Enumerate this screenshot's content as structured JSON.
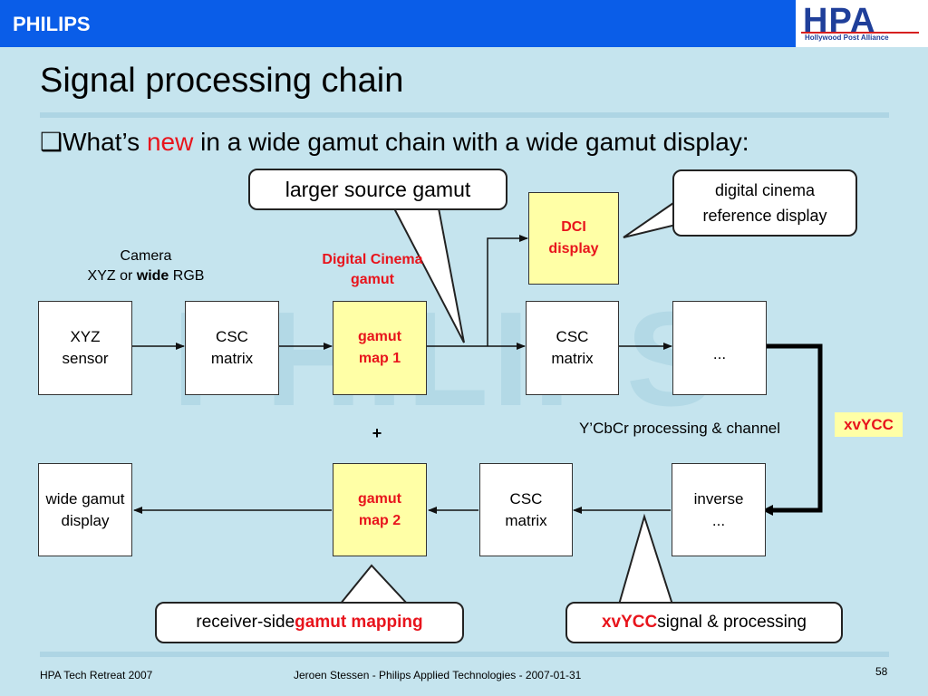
{
  "header": {
    "brand": "PHILIPS",
    "logo_text": "HPA",
    "logo_subtitle": "Hollywood Post Alliance"
  },
  "slide": {
    "title": "Signal processing chain",
    "bullet": {
      "prefix": "What’s ",
      "highlight": "new",
      "suffix": " in a wide gamut chain with a wide gamut display:"
    }
  },
  "callouts": {
    "source": "larger source gamut",
    "reference_line1": "digital cinema",
    "reference_line2": "reference display",
    "receiver_prefix": "receiver-side ",
    "receiver_highlight": "gamut mapping",
    "xvycc_highlight": "xvYCC",
    "xvycc_suffix": " signal & processing"
  },
  "labels": {
    "camera_line1": "Camera",
    "camera_prefix": "XYZ or ",
    "camera_bold": "wide",
    "camera_suffix": " RGB",
    "dc_gamut_line1": "Digital Cinema",
    "dc_gamut_line2": "gamut",
    "plus": "+",
    "channel": "Y’CbCr processing & channel",
    "xvycc_tag": "xvYCC"
  },
  "blocks": {
    "sensor": [
      "XYZ",
      "sensor"
    ],
    "csc1": [
      "CSC",
      "matrix"
    ],
    "gamut_map1": [
      "gamut",
      "map 1"
    ],
    "dci_display": [
      "DCI",
      "display"
    ],
    "csc2": [
      "CSC",
      "matrix"
    ],
    "ellipsis": "...",
    "inverse": [
      "inverse",
      "..."
    ],
    "csc3": [
      "CSC",
      "matrix"
    ],
    "gamut_map2": [
      "gamut",
      "map 2"
    ],
    "wide_display": [
      "wide gamut",
      "display"
    ]
  },
  "footer": {
    "left": "HPA Tech Retreat 2007",
    "center": "Jeroen Stessen - Philips Applied Technologies - 2007-01-31",
    "page": "58"
  },
  "colors": {
    "header_blue": "#0a5de8",
    "background": "#c5e4ee",
    "accent_red": "#e8141c",
    "block_yellow": "#ffffa6"
  }
}
